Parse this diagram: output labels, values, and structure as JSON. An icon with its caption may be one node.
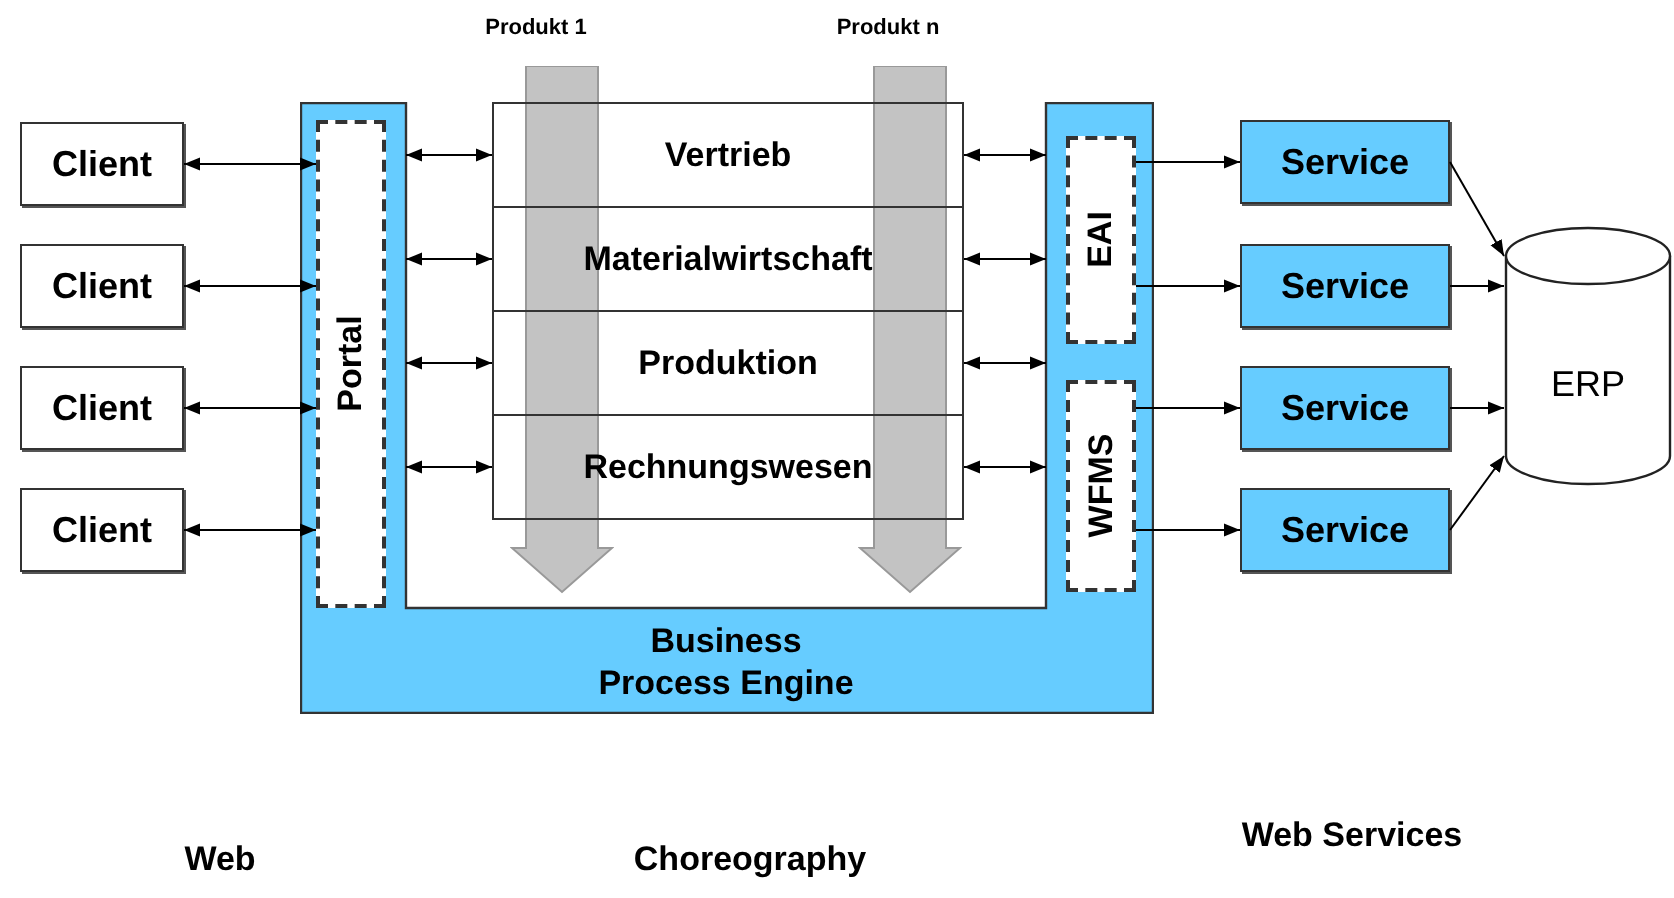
{
  "diagram": {
    "nodes": [
      {
        "text": [
          "Client"
        ]
      },
      {
        "text": [
          "Client"
        ]
      },
      {
        "text": [
          "Client"
        ]
      },
      {
        "text": [
          "Client"
        ]
      },
      {
        "text": [
          "Business Process Engine"
        ]
      },
      {
        "text": [
          "Portal"
        ],
        "in": 4
      },
      {
        "text": [
          "Vertrieb"
        ]
      },
      {
        "text": [
          "Materialwirtschaft"
        ]
      },
      {
        "text": [
          "Produktion"
        ]
      },
      {
        "text": [
          "Rechnungswesen"
        ]
      },
      {
        "text": [
          "EAI"
        ],
        "in": 4
      },
      {
        "text": [
          "WFMS"
        ],
        "in": 4
      },
      {
        "text": [
          "Service"
        ]
      },
      {
        "text": [
          "Service"
        ]
      },
      {
        "text": [
          "Service"
        ]
      },
      {
        "text": [
          "Service"
        ]
      },
      {
        "text": [
          "ERP"
        ]
      }
    ],
    "edges": [
      {
        "from": 0,
        "to": 5,
        "arrow": "both"
      },
      {
        "from": 1,
        "to": 5,
        "arrow": "both"
      },
      {
        "from": 2,
        "to": 5,
        "arrow": "both"
      },
      {
        "from": 3,
        "to": 5,
        "arrow": "both"
      },
      {
        "from": 4,
        "to": 6,
        "arrow": "both"
      },
      {
        "from": 4,
        "to": 7,
        "arrow": "both"
      },
      {
        "from": 4,
        "to": 8,
        "arrow": "both"
      },
      {
        "from": 4,
        "to": 9,
        "arrow": "both"
      },
      {
        "from": 6,
        "to": 4,
        "arrow": "both"
      },
      {
        "from": 7,
        "to": 4,
        "arrow": "both"
      },
      {
        "from": 8,
        "to": 4,
        "arrow": "both"
      },
      {
        "from": 9,
        "to": 4,
        "arrow": "both"
      },
      {
        "from": 10,
        "to": 12,
        "arrow": "to"
      },
      {
        "from": 10,
        "to": 13,
        "arrow": "to"
      },
      {
        "from": 11,
        "to": 14,
        "arrow": "to"
      },
      {
        "from": 11,
        "to": 15,
        "arrow": "to"
      },
      {
        "from": 12,
        "to": 16,
        "arrow": "to"
      },
      {
        "from": 13,
        "to": 16,
        "arrow": "to"
      },
      {
        "from": 14,
        "to": 16,
        "arrow": "to"
      },
      {
        "from": 15,
        "to": 16,
        "arrow": "to"
      }
    ],
    "labels": [
      "Produkt 1",
      "Produkt n",
      "Web",
      "Choreography",
      "Web Services"
    ]
  }
}
